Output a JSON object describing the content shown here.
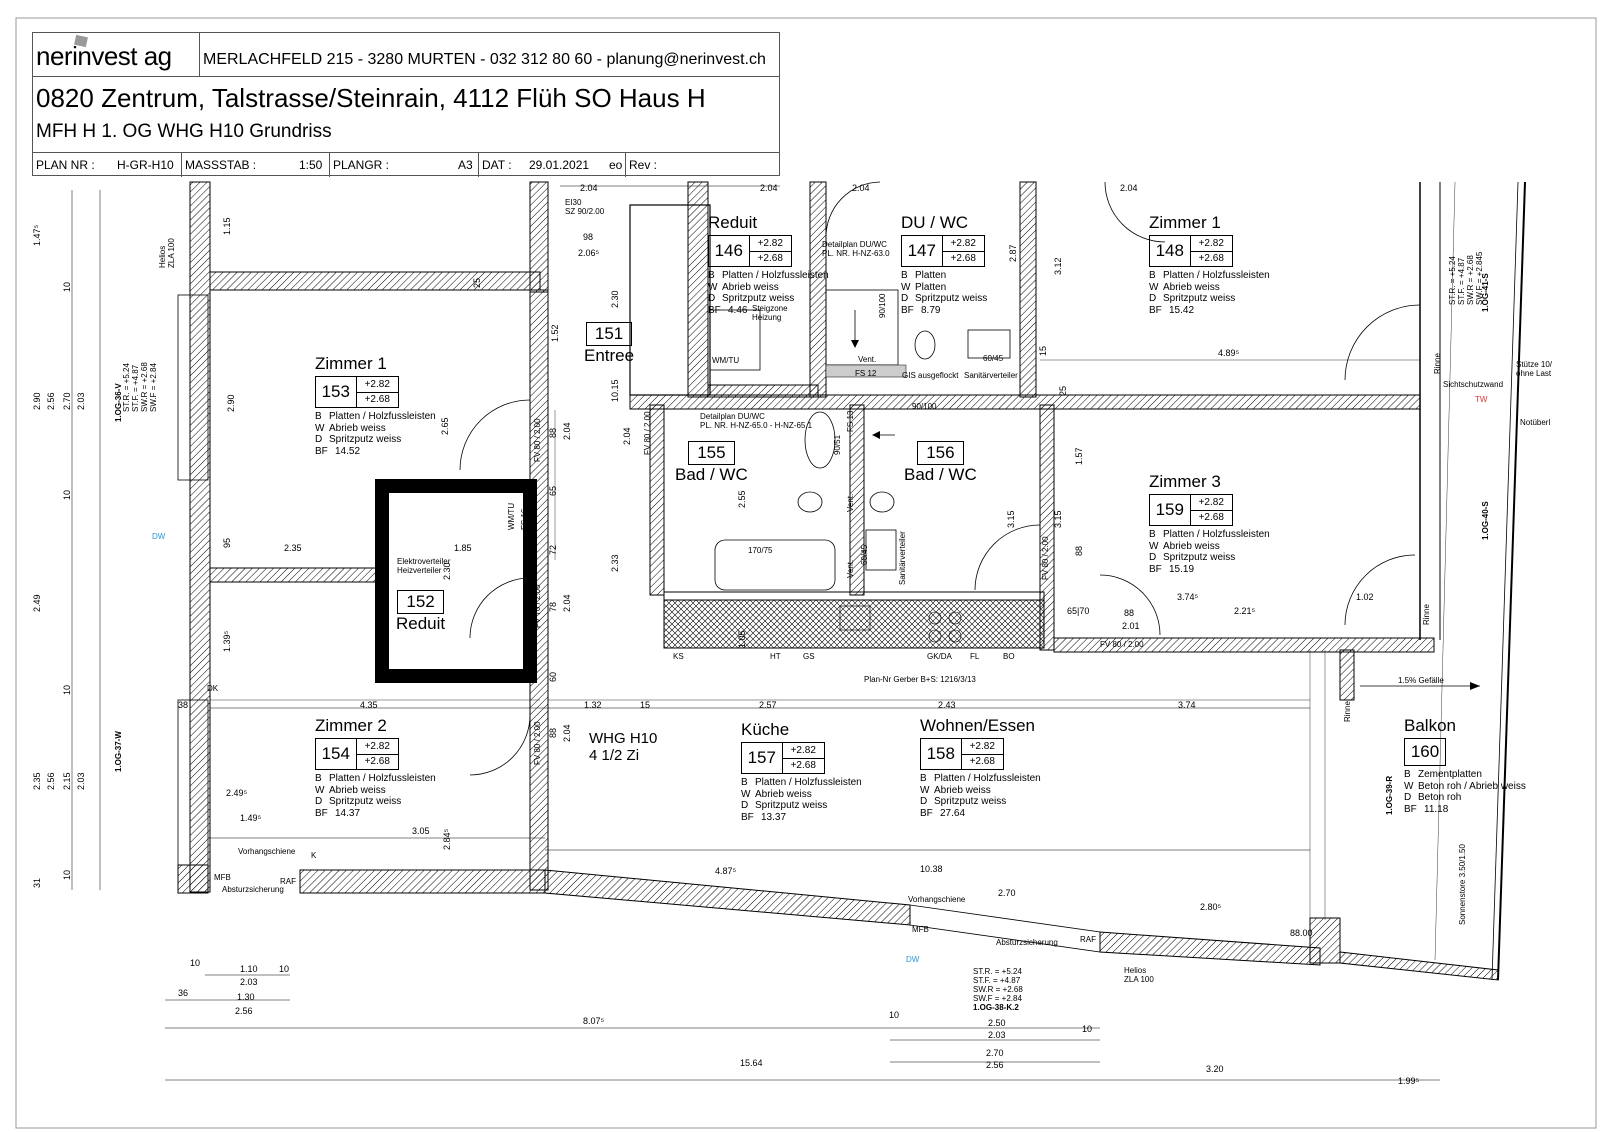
{
  "title_block": {
    "company": "nerinvest ag",
    "address": "MERLACHFELD 215 - 3280 MURTEN - 032 312 80 60 - planung@nerinvest.ch",
    "project": "0820  Zentrum, Talstrasse/Steinrain, 4112 Flüh SO Haus H",
    "subtitle": "MFH H 1. OG WHG H10 Grundriss",
    "plan_nr_label": "PLAN NR :",
    "plan_nr": "H-GR-H10",
    "massstab_label": "MASSSTAB :",
    "massstab": "1:50",
    "plangr_label": "PLANGR :",
    "plangr": "A3",
    "dat_label": "DAT :",
    "dat": "29.01.2021",
    "author": "eo",
    "rev_label": "Rev :"
  },
  "finish_codes": {
    "b": "B",
    "w": "W",
    "d": "D",
    "bf": "BF"
  },
  "rooms": {
    "r146": {
      "name": "Reduit",
      "num": "146",
      "h1": "+2.82",
      "h2": "+2.68",
      "b": "Platten / Holzfussleisten",
      "w": "Abrieb weiss",
      "d": "Spritzputz weiss",
      "bf": "4.46"
    },
    "r147": {
      "name": "DU / WC",
      "num": "147",
      "h1": "+2.82",
      "h2": "+2.68",
      "b": "Platten",
      "w": "Platten",
      "d": "Spritzputz weiss",
      "bf": "8.79"
    },
    "r148": {
      "name": "Zimmer 1",
      "num": "148",
      "h1": "+2.82",
      "h2": "+2.68",
      "b": "Platten / Holzfussleisten",
      "w": "Abrieb weiss",
      "d": "Spritzputz weiss",
      "bf": "15.42"
    },
    "r153": {
      "name": "Zimmer 1",
      "num": "153",
      "h1": "+2.82",
      "h2": "+2.68",
      "b": "Platten / Holzfussleisten",
      "w": "Abrieb weiss",
      "d": "Spritzputz weiss",
      "bf": "14.52"
    },
    "r159": {
      "name": "Zimmer 3",
      "num": "159",
      "h1": "+2.82",
      "h2": "+2.68",
      "b": "Platten / Holzfussleisten",
      "w": "Abrieb weiss",
      "d": "Spritzputz weiss",
      "bf": "15.19"
    },
    "r154": {
      "name": "Zimmer 2",
      "num": "154",
      "h1": "+2.82",
      "h2": "+2.68",
      "b": "Platten / Holzfussleisten",
      "w": "Abrieb weiss",
      "d": "Spritzputz weiss",
      "bf": "14.37"
    },
    "r157": {
      "name": "Küche",
      "num": "157",
      "h1": "+2.82",
      "h2": "+2.68",
      "b": "Platten / Holzfussleisten",
      "w": "Abrieb weiss",
      "d": "Spritzputz weiss",
      "bf": "13.37"
    },
    "r158": {
      "name": "Wohnen/Essen",
      "num": "158",
      "h1": "+2.82",
      "h2": "+2.68",
      "b": "Platten / Holzfussleisten",
      "w": "Abrieb weiss",
      "d": "Spritzputz weiss",
      "bf": "27.64"
    },
    "r160": {
      "name": "Balkon",
      "num": "160",
      "b": "Zementplatten",
      "w": "Beton roh / Abrieb weiss",
      "d": "Beton roh",
      "bf": "11.18"
    }
  },
  "small_rooms": {
    "r151": {
      "num": "151",
      "name": "Entree"
    },
    "r152": {
      "num": "152",
      "name": "Reduit"
    },
    "r155": {
      "num": "155",
      "name": "Bad / WC"
    },
    "r156": {
      "num": "156",
      "name": "Bad / WC"
    }
  },
  "unit": {
    "name": "WHG H10",
    "size": "4 1/2 Zi"
  },
  "notes": {
    "detail_du": "Detailplan DU/WC",
    "detail_du_nr": "PL. NR. H-NZ-63.0",
    "detail_bad": "Detailplan DU/WC",
    "detail_bad_nr": "PL. NR. H-NZ-65.0 - H-NZ-65.1",
    "steigzone": "Steigzone",
    "heizung": "Heizung",
    "wmtu": "WM/TU",
    "wmtu2": "WM/TU",
    "vent": "Vent.",
    "fs12": "FS 12",
    "fs13": "FS 13",
    "fs16": "FS 16",
    "gis": "GIS ausgeflockt",
    "sanitaer": "Sanitärverteiler",
    "sanitaer2": "Sanitärverteiler",
    "elektro": "Elektroverteiler",
    "heizverteiler": "Heizverteiler",
    "gerber": "Plan-Nr Gerber B+S: 1216/3/13",
    "gefaelle": "1.5% Gefälle",
    "stuetze": "Stütze 10/",
    "ohne_last": "ohne Last",
    "sichtschutz": "Sichtschutzwand",
    "tw": "TW",
    "notueber": "Notüberl",
    "dw": "DW",
    "dw2": "DW",
    "helios": "Helios",
    "zla": "ZLA 100",
    "helios2": "Helios",
    "zla2": "ZLA 100",
    "mfb": "MFB",
    "mfb2": "MFB",
    "absturz": "Absturzsicherung",
    "absturz2": "Absturzsicherung",
    "vorhang": "Vorhangschiene",
    "vorhang2": "Vorhangschiene",
    "raf": "RAF",
    "raf2": "RAF",
    "sonnenstore": "Sonnenstore 3.50/1.50",
    "ei30": "EI30",
    "sz": "SZ 90/2.00",
    "fv80": "FV 80 / 2.00",
    "fv70": "FV 70 / 2.00",
    "fv80b": "FV 80 / 2.00",
    "fv80c": "FV 80 / 2.00",
    "fv80d": "FV 80 / 2.00",
    "fv80e": "FV 80 / 2.00",
    "og36": "1.OG-36-V",
    "og37": "1.OG-37-W",
    "og38": "1.OG-38-K.2",
    "og39": "1.OG-39-R",
    "og40": "1.OG-40-S",
    "og41": "1.OG-41-S",
    "ks": "KS",
    "ht": "HT",
    "gs": "GS",
    "gkda": "GK/DA",
    "fl": "FL",
    "bo": "BO",
    "wanne": "170/75",
    "w1": "90/51",
    "w2": "60/45",
    "w3": "60/45",
    "w4": "90/100",
    "w5": "90/100",
    "rinne": "Rinne",
    "rinne2": "Rinne",
    "rinne3": "Rinne",
    "str": "ST.R. = +5.24",
    "stf": "ST.F. = +4.87",
    "swr": "SW.R = +2.68",
    "swf": "SW.F = +2.84",
    "swf2": "SW.F = +2.845",
    "dk": "DK",
    "k": "K"
  },
  "dims": {
    "d204a": "2.04",
    "d204b": "2.04",
    "d204c": "2.04",
    "d204d": "2.04",
    "d98": "98",
    "d2065": "2.06⁵",
    "d115": "1.15",
    "d230": "2.30",
    "d152": "1.52",
    "d1015": "10.15",
    "d88": "88",
    "d204e": "2.04",
    "d265": "2.65",
    "d204f": "2.04",
    "d65": "65",
    "d72": "72",
    "d235": "2.35",
    "d185": "1.85",
    "d230b": "2.30",
    "d95": "95",
    "d1395": "1.39⁵",
    "d78": "78",
    "d204g": "2.04",
    "d60": "60",
    "d255": "2.55",
    "d233": "2.33",
    "d105": "1.05",
    "d287": "2.87",
    "d312": "3.12",
    "d4895": "4.89⁵",
    "d157": "1.57",
    "d315": "3.15",
    "d315b": "3.15",
    "d88b": "88",
    "d3745": "3.74⁵",
    "d2215": "2.21⁵",
    "d102": "1.02",
    "d88c": "88",
    "d201": "2.01",
    "d6570": "65|70",
    "d435": "4.35",
    "d38": "38",
    "d132": "1.32",
    "d257": "2.57",
    "d243": "2.43",
    "d374": "3.74",
    "d88d": "88",
    "d204h": "2.04",
    "d2495": "2.49⁵",
    "d1495": "1.49⁵",
    "d305": "3.05",
    "d284": "2.84⁵",
    "d4875": "4.87⁵",
    "d1038": "10.38",
    "d270": "2.70",
    "d2805": "2.80⁵",
    "d8800": "88.00",
    "d110": "1.10",
    "d203": "2.03",
    "d130": "1.30",
    "d256": "2.56",
    "d8075": "8.07⁵",
    "d250": "2.50",
    "d203b": "2.03",
    "d270b": "2.70",
    "d256b": "2.56",
    "d1564": "15.64",
    "d320": "3.20",
    "d1995": "1.99⁵",
    "d10a": "10",
    "d10b": "10",
    "d36": "36",
    "d10c": "10",
    "d10d": "10",
    "l1475": "1.47⁵",
    "l10a": "10",
    "l290": "2.90",
    "l256": "2.56",
    "l270": "2.70",
    "l203": "2.03",
    "l10b": "10",
    "l249": "2.49",
    "l10c": "10",
    "l235": "2.35",
    "l256b": "2.56",
    "l215": "2.15",
    "l203b": "2.03",
    "l10d": "10",
    "l31": "31",
    "l290b": "2.90",
    "d25a": "25",
    "d25b": "25",
    "d15a": "15",
    "d15b": "15"
  }
}
